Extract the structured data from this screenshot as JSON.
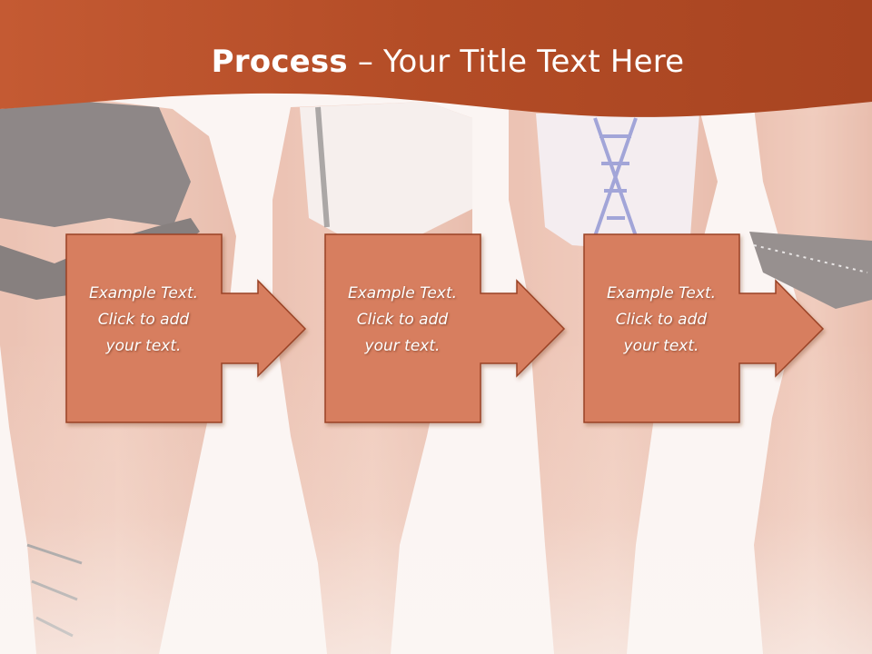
{
  "slide": {
    "title_bold": "Process",
    "title_separator": " – ",
    "title_rest": "Your Title Text Here"
  },
  "steps": [
    {
      "text": "Example Text.\nClick  to add\nyour text."
    },
    {
      "text": "Example Text.\nClick  to add\nyour text."
    },
    {
      "text": "Example Text.\nClick  to add\nyour text."
    }
  ],
  "colors": {
    "banner": "#b9502a",
    "shape_fill": "#d77e5f",
    "shape_border": "#9a4326",
    "background": "#fbf6f3"
  }
}
